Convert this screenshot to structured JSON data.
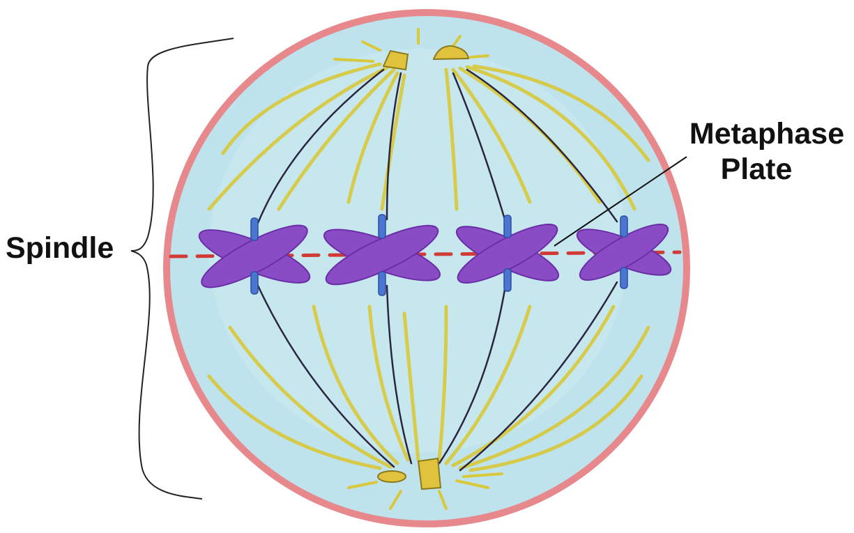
{
  "labels": {
    "spindle": "Spindle",
    "metaphase_line1": "Metaphase",
    "metaphase_line2": "Plate"
  },
  "colors": {
    "background": "#ffffff",
    "cell_fill": "#bfe3ec",
    "cell_membrane": "#e7888c",
    "spindle_fiber": "#d9c83a",
    "kinetochore_fiber": "#2a2540",
    "chromosome": "#8a4cc4",
    "centromere": "#4a76d2",
    "plate_line": "#d23a35",
    "centriole": "#e0c23c",
    "text": "#111111"
  },
  "chromosome_count": 4
}
